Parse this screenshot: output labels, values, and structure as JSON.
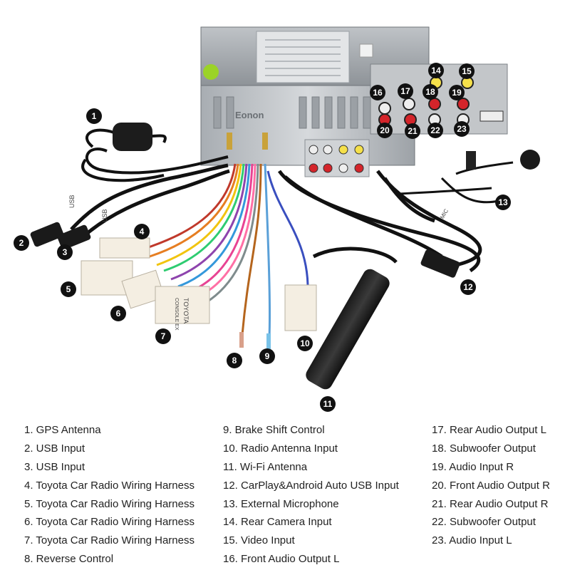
{
  "legend": {
    "col1": [
      "1. GPS Antenna",
      "2. USB Input",
      "3. USB Input",
      "4. Toyota Car Radio Wiring Harness",
      "5. Toyota Car Radio Wiring Harness",
      "6. Toyota Car Radio Wiring Harness",
      "7. Toyota Car Radio Wiring Harness",
      "8. Reverse Control"
    ],
    "col2": [
      "9. Brake Shift Control",
      "10. Radio Antenna Input",
      "11. Wi-Fi Antenna",
      "12. CarPlay&Android Auto USB Input",
      "13. External Microphone",
      "14.  Rear Camera Input",
      "15. Video Input",
      "16. Front Audio Output L"
    ],
    "col3": [
      "17. Rear Audio Output L",
      "18. Subwoofer Output",
      "19. Audio Input R",
      "20. Front Audio Output R",
      "21. Rear Audio Output R",
      "22. Subwoofer Output",
      "23. Audio Input L"
    ]
  },
  "callouts": [
    "1",
    "2",
    "3",
    "4",
    "5",
    "6",
    "7",
    "8",
    "9",
    "10",
    "11",
    "12",
    "13",
    "14",
    "15",
    "16",
    "17",
    "18",
    "19",
    "20",
    "21",
    "22",
    "23"
  ],
  "labels": {
    "brand": "Eonon",
    "usb1": "USB",
    "usb2": "USB",
    "harness7_line1": "TOYOTA",
    "harness7_line2": "CONSOLE EX",
    "mic_tag": "MIC"
  }
}
